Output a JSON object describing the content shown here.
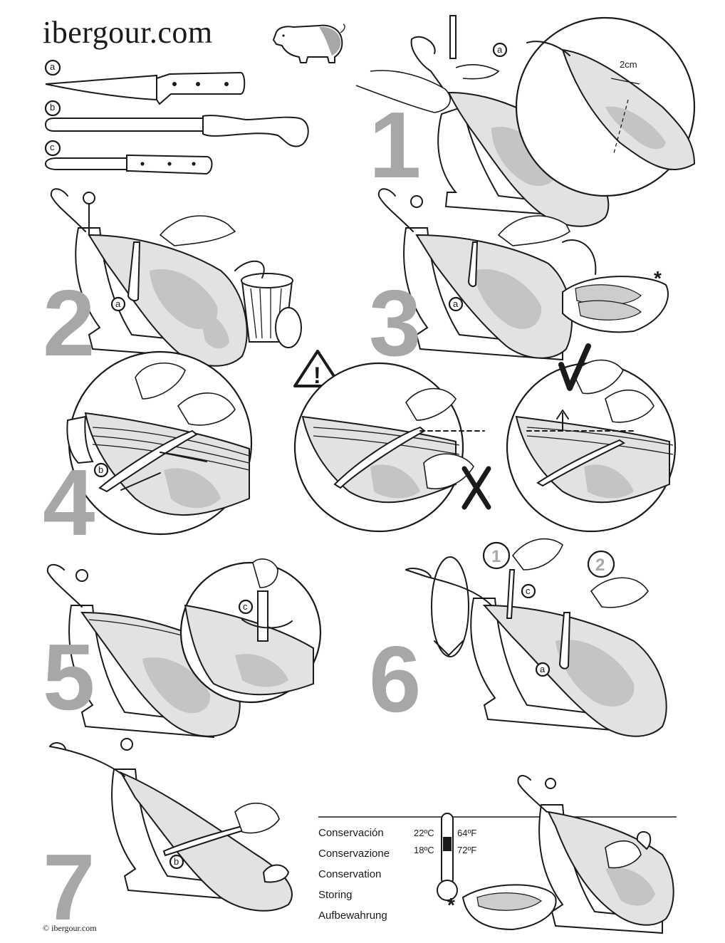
{
  "brand": "ibergour.com",
  "copyright": "© ibergour.com",
  "knives": [
    {
      "label": "a"
    },
    {
      "label": "b"
    },
    {
      "label": "c"
    }
  ],
  "steps": [
    "1",
    "2",
    "3",
    "4",
    "5",
    "6",
    "7"
  ],
  "step_markers": {
    "s1_knife": "a",
    "s2_knife": "a",
    "s3_knife": "a",
    "s4_knife": "b",
    "s5_knife": "c",
    "s6_knife_a": "a",
    "s6_knife_c": "c",
    "s7_knife": "b",
    "s6_phase1": "1",
    "s6_phase2": "2",
    "inset_measure": "2cm",
    "warning": "!",
    "asterisk": "*"
  },
  "conservation": {
    "labels": [
      "Conservación",
      "Conservazione",
      "Conservation",
      "Storing",
      "Aufbewahrung"
    ],
    "temps": {
      "c_high": "22ºC",
      "c_low": "18ºC",
      "f_high": "64ºF",
      "f_low": "72ºF"
    }
  }
}
